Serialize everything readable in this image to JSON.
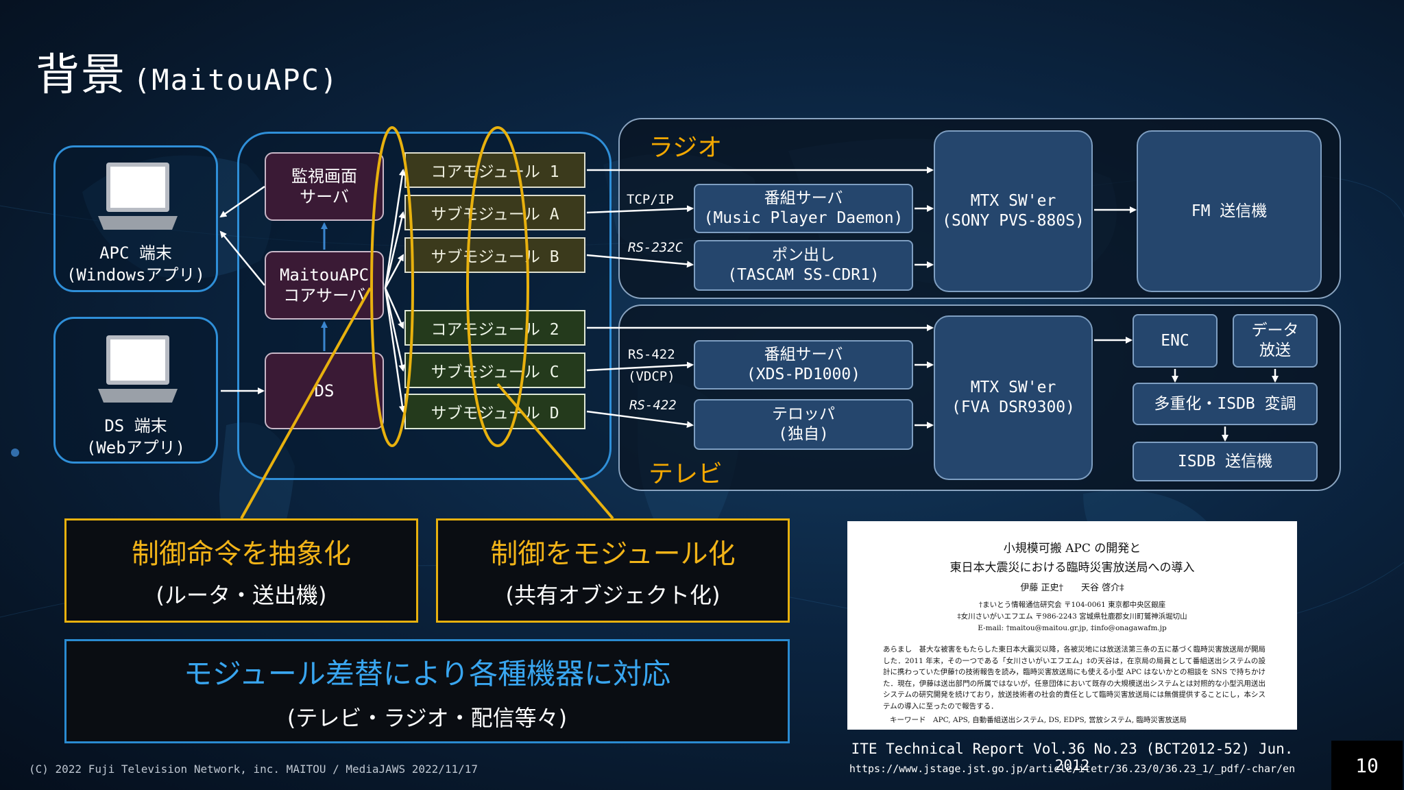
{
  "title": {
    "main": "背景",
    "sub": "(MaitouAPC)"
  },
  "terminals": {
    "apc": {
      "name": "APC 端末",
      "sub": "(Windowsアプリ)"
    },
    "ds": {
      "name": "DS 端末",
      "sub": "(Webアプリ)"
    }
  },
  "servers": {
    "monitor": {
      "line1": "監視画面",
      "line2": "サーバ"
    },
    "core": {
      "line1": "MaitouAPC",
      "line2": "コアサーバ"
    },
    "ds": "DS"
  },
  "modules": {
    "radio": [
      "コアモジュール 1",
      "サブモジュール A",
      "サブモジュール B"
    ],
    "tv": [
      "コアモジュール 2",
      "サブモジュール C",
      "サブモジュール D"
    ]
  },
  "sections": {
    "radio": "ラジオ",
    "tv": "テレビ"
  },
  "links": {
    "tcpip": "TCP/IP",
    "rs232c": "RS-232C",
    "rs422a": "RS-422",
    "vdcp": "(VDCP)",
    "rs422b": "RS-422"
  },
  "radio_devices": {
    "player": {
      "line1": "番組サーバ",
      "line2": "(Music Player Daemon)"
    },
    "pon": {
      "line1": "ポン出し",
      "line2": "(TASCAM SS-CDR1)"
    },
    "mtx": {
      "line1": "MTX SW'er",
      "line2": "(SONY PVS-880S)"
    },
    "fm": "FM 送信機"
  },
  "tv_devices": {
    "server": {
      "line1": "番組サーバ",
      "line2": "(XDS-PD1000)"
    },
    "telop": {
      "line1": "テロッパ",
      "line2": "(独自)"
    },
    "mtx": {
      "line1": "MTX SW'er",
      "line2": "(FVA DSR9300)"
    },
    "enc": "ENC",
    "data": {
      "line1": "データ",
      "line2": "放送"
    },
    "mux": "多重化・ISDB 変調",
    "isdb": "ISDB 送信機"
  },
  "callouts": {
    "abstract": {
      "heading": "制御命令を抽象化",
      "sub": "(ルータ・送出機)"
    },
    "modular": {
      "heading": "制御をモジュール化",
      "sub": "(共有オブジェクト化)"
    },
    "swap": {
      "heading": "モジュール差替により各種機器に対応",
      "sub": "(テレビ・ラジオ・配信等々)"
    }
  },
  "paper": {
    "title1": "小規模可搬 APC の開発と",
    "title2": "東日本大震災における臨時災害放送局への導入",
    "authors": "伊藤 正史†　　天谷 啓介‡",
    "aff1": "†まいとう情報通信研究会 〒104-0061 東京都中央区銀座",
    "aff2": "‡女川さいがいエフエム 〒986-2243 宮城県牡鹿郡女川町鷲神浜堀切山",
    "email": "E-mail: †maitou@maitou.gr.jp, ‡info@onagawafm.jp",
    "abstract": "あらまし　甚大な被害をもたらした東日本大震災以降，各被災地には放送法第三条の五に基づく臨時災害放送局が開局した．2011 年末，その一つである「女川さいがいエフエム」‡の天谷は，在京局の局員として番組送出システムの設計に携わっていた伊藤†の技術報告を読み，臨時災害放送局にも使える小型 APC はないかとの相談を SNS で持ちかけた．現在，伊藤は送出部門の所属ではないが，任意団体において既存の大規模送出システムとは対照的な小型汎用送出システムの研究開発を続けており，放送技術者の社会的責任として臨時災害放送局には無償提供することにし，本システムの導入に至ったので報告する．",
    "keywords": "キーワード　APC, APS, 自動番組送出システム, DS, EDPS, 営放システム, 臨時災害放送局"
  },
  "citation": {
    "line1": "ITE Technical Report Vol.36 No.23 (BCT2012-52) Jun. 2012",
    "line2": "https://www.jstage.jst.go.jp/article/itetr/36.23/0/36.23_1/_pdf/-char/en"
  },
  "footer": "(C) 2022 Fuji Television Network, inc. MAITOU / MediaJAWS 2022/11/17",
  "page_number": "10",
  "colors": {
    "accent_yellow": "#e8b10e",
    "accent_cyan": "#2f8fd8",
    "radio_label": "#f4a800"
  }
}
